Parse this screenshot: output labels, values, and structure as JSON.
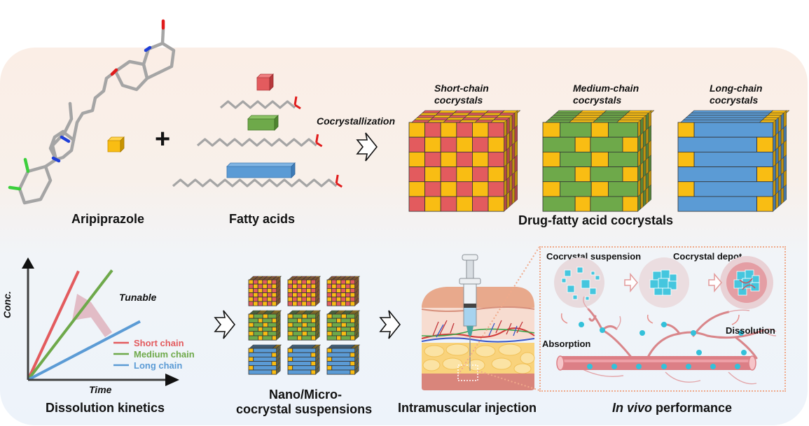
{
  "top_row": {
    "aripiprazole": {
      "label": "Aripiprazole",
      "cube_color": "#f9bd13"
    },
    "plus_symbol": "+",
    "fatty_acids": {
      "label": "Fatty acids",
      "blocks": [
        {
          "name": "short",
          "color": "#e35b5e"
        },
        {
          "name": "medium",
          "color": "#6ea94a"
        },
        {
          "name": "long",
          "color": "#5b9bd5"
        }
      ]
    },
    "process": {
      "label": "Cocrystallization"
    },
    "cocrystals": {
      "label": "Drug-fatty acid cocrystals",
      "items": [
        {
          "title_line1": "Short-chain",
          "title_line2": "cocrystals",
          "color": "#e35b5e",
          "pattern": "checker"
        },
        {
          "title_line1": "Medium-chain",
          "title_line2": "cocrystals",
          "color": "#6ea94a",
          "pattern": "brick"
        },
        {
          "title_line1": "Long-chain",
          "title_line2": "cocrystals",
          "color": "#5b9bd5",
          "pattern": "long"
        }
      ],
      "drug_color": "#f9bd13"
    }
  },
  "bottom_row": {
    "dissolution": {
      "label": "Dissolution kinetics",
      "annotation": "Tunable",
      "chart_data": {
        "type": "line",
        "title": "Dissolution kinetics",
        "xlabel": "Time",
        "ylabel": "Conc.",
        "annotation": "Tunable",
        "legend_position": "bottom-right",
        "series": [
          {
            "name": "Short chain",
            "color": "#e35b5e",
            "x": [
              0,
              1
            ],
            "y": [
              0,
              3.0
            ]
          },
          {
            "name": "Medium chain",
            "color": "#6ea94a",
            "x": [
              0,
              1
            ],
            "y": [
              0,
              1.45
            ]
          },
          {
            "name": "Long chain",
            "color": "#5b9bd5",
            "x": [
              0,
              1
            ],
            "y": [
              0,
              0.58
            ]
          }
        ]
      }
    },
    "suspensions": {
      "label_line1": "Nano/Micro-",
      "label_line2": "cocrystal suspensions"
    },
    "injection": {
      "label": "Intramuscular injection"
    },
    "in_vivo": {
      "label_italic": "In vivo",
      "label_rest": " performance",
      "stage1": "Cocrystal suspension",
      "stage2": "Cocrystal depot",
      "absorption": "Absorption",
      "dissolution": "Dissolution"
    }
  }
}
